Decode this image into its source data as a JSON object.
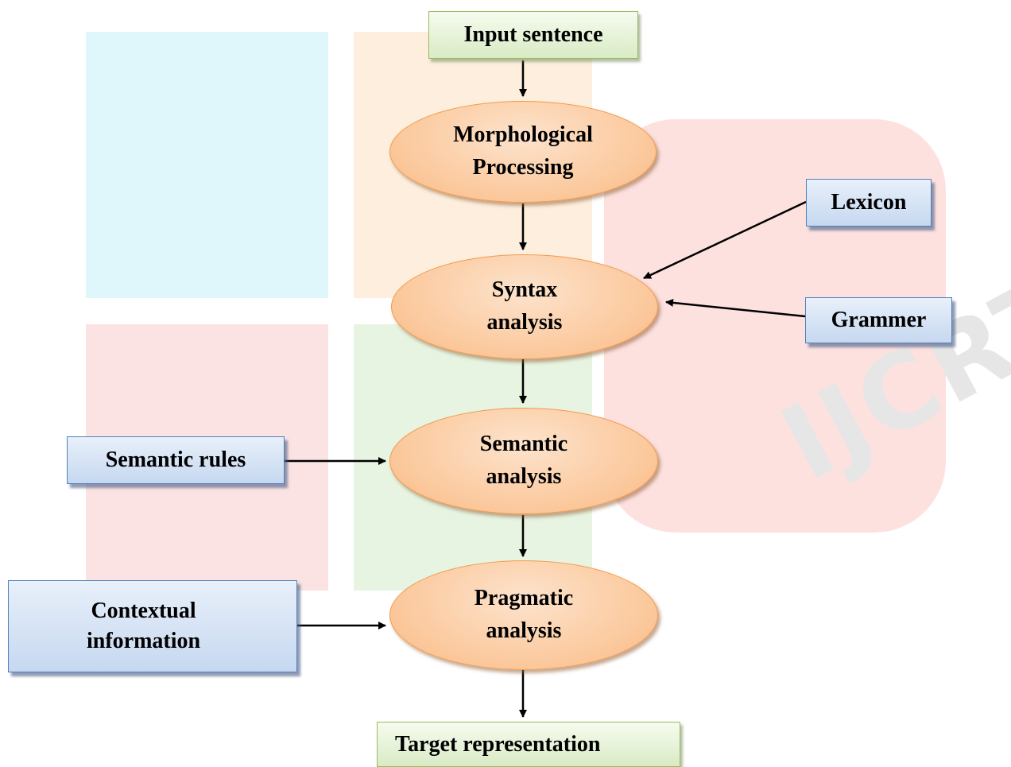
{
  "nodes": {
    "input": "Input sentence",
    "morphological": [
      "Morphological",
      "Processing"
    ],
    "syntax": [
      "Syntax",
      "analysis"
    ],
    "semantic": [
      "Semantic",
      "analysis"
    ],
    "pragmatic": [
      "Pragmatic",
      "analysis"
    ],
    "target": "Target representation"
  },
  "resources": {
    "lexicon": "Lexicon",
    "grammer": "Grammer",
    "semantic_rules": "Semantic rules",
    "contextual": [
      "Contextual",
      "information"
    ]
  },
  "watermark": "IJCRT",
  "colors": {
    "ellipse_fill": "#fbc79a",
    "ellipse_border": "#f39a4b",
    "green_box_border": "#9bbb59",
    "blue_box_border": "#4f81bd",
    "arrow": "#000000"
  }
}
